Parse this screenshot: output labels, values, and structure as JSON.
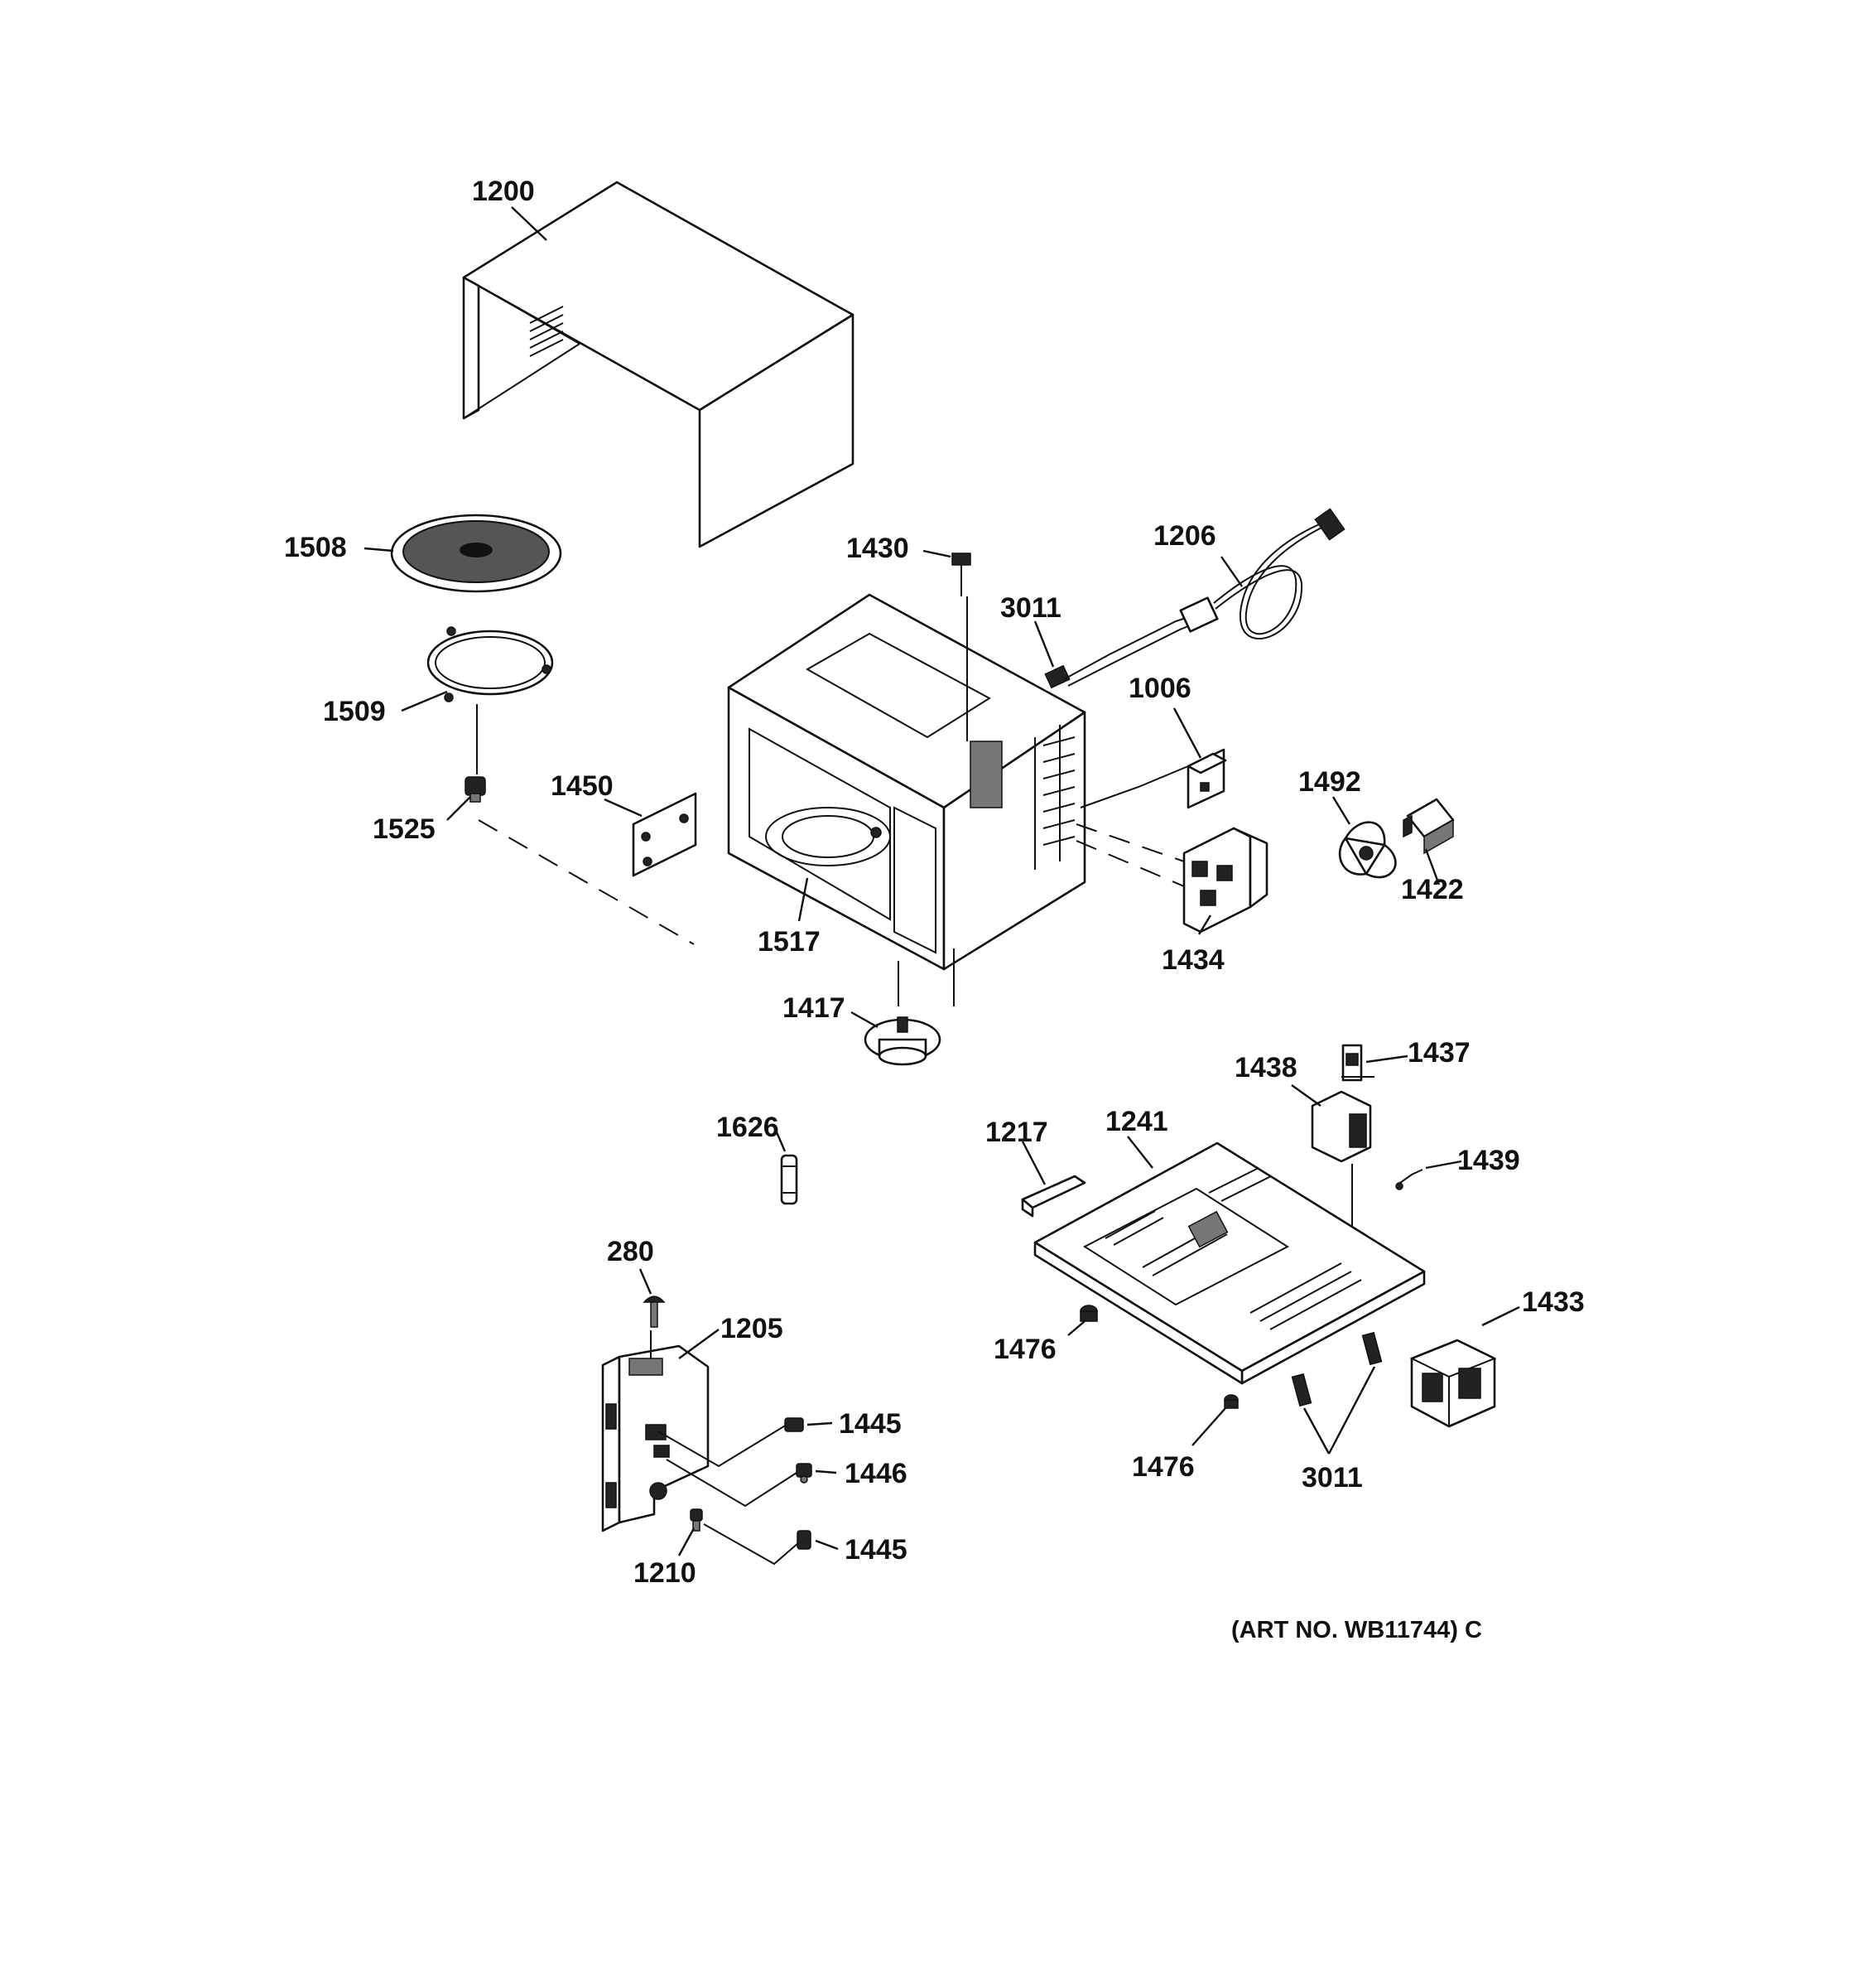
{
  "parts": [
    {
      "id": "label-1200",
      "text": "1200"
    },
    {
      "id": "label-1508",
      "text": "1508"
    },
    {
      "id": "label-1509",
      "text": "1509"
    },
    {
      "id": "label-1525",
      "text": "1525"
    },
    {
      "id": "label-1450",
      "text": "1450"
    },
    {
      "id": "label-1517",
      "text": "1517"
    },
    {
      "id": "label-1417",
      "text": "1417"
    },
    {
      "id": "label-1430",
      "text": "1430"
    },
    {
      "id": "label-3011-top",
      "text": "3011"
    },
    {
      "id": "label-1206",
      "text": "1206"
    },
    {
      "id": "label-1006",
      "text": "1006"
    },
    {
      "id": "label-1492",
      "text": "1492"
    },
    {
      "id": "label-1422",
      "text": "1422"
    },
    {
      "id": "label-1434",
      "text": "1434"
    },
    {
      "id": "label-1626",
      "text": "1626"
    },
    {
      "id": "label-1438",
      "text": "1438"
    },
    {
      "id": "label-1437",
      "text": "1437"
    },
    {
      "id": "label-1439",
      "text": "1439"
    },
    {
      "id": "label-1217",
      "text": "1217"
    },
    {
      "id": "label-1241",
      "text": "1241"
    },
    {
      "id": "label-1433",
      "text": "1433"
    },
    {
      "id": "label-1476-left",
      "text": "1476"
    },
    {
      "id": "label-1476-bottom",
      "text": "1476"
    },
    {
      "id": "label-3011-bottom",
      "text": "3011"
    },
    {
      "id": "label-280",
      "text": "280"
    },
    {
      "id": "label-1205",
      "text": "1205"
    },
    {
      "id": "label-1445-top",
      "text": "1445"
    },
    {
      "id": "label-1446",
      "text": "1446"
    },
    {
      "id": "label-1445-bottom",
      "text": "1445"
    },
    {
      "id": "label-1210",
      "text": "1210"
    }
  ],
  "art_number": "(ART NO. WB11744) C"
}
